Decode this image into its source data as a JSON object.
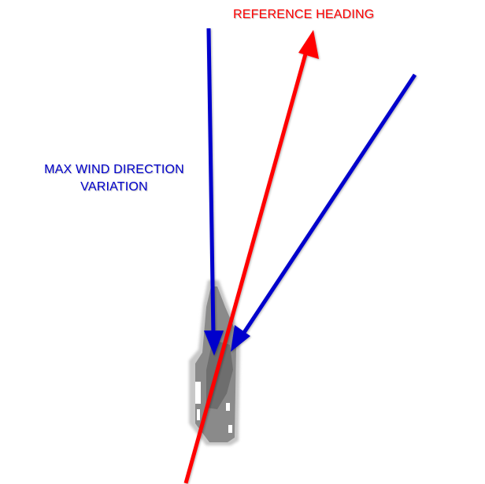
{
  "labels": {
    "reference_heading": "REFERENCE HEADING",
    "max_wind_line1": "MAX WIND DIRECTION",
    "max_wind_line2": "VARIATION"
  },
  "colors": {
    "reference": "#ff0000",
    "wind": "#0000cc",
    "vessel_body": "#8a8a8a",
    "vessel_shadow": "#c8c8c8",
    "vessel_detail": "#ffffff"
  }
}
